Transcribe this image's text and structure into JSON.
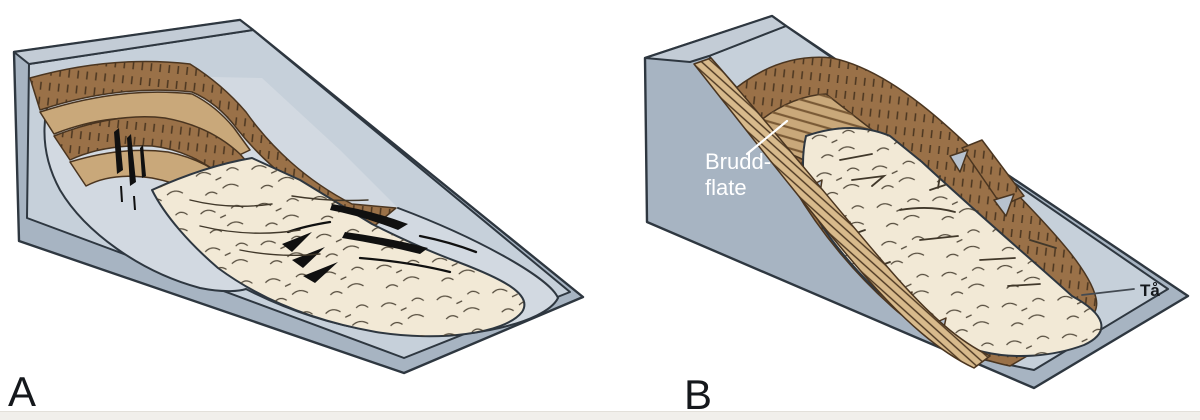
{
  "figure": {
    "panel_a": {
      "label": "A"
    },
    "panel_b": {
      "label": "B",
      "bruddflate_line1": "Brudd-",
      "bruddflate_line2": "flate",
      "toe_label": "Tå"
    },
    "colors": {
      "background": "#ffffff",
      "footer_strip": "#f1efeb",
      "footer_edge": "#e3e0da",
      "block_side": "#a7b4c2",
      "block_slope": "#c6d0da",
      "bowl_floor": "#d2d9e1",
      "block_crest": "#c3ccd6",
      "outline": "#2e3740",
      "scarp_brown": "#9a7148",
      "scarp_dark": "#4a3520",
      "terrace_tan": "#c9a87a",
      "fracture_band": "#d8ba8c",
      "floor_stripe": "#7a5a36",
      "debris_cream": "#f2e9d6",
      "debris_line": "#41382a",
      "crevasse_black": "#101010",
      "chunk_gray": "#b7c2cf",
      "label_white": "#ffffff",
      "label_dark": "#15181c",
      "leader_gray": "#434a52"
    }
  }
}
